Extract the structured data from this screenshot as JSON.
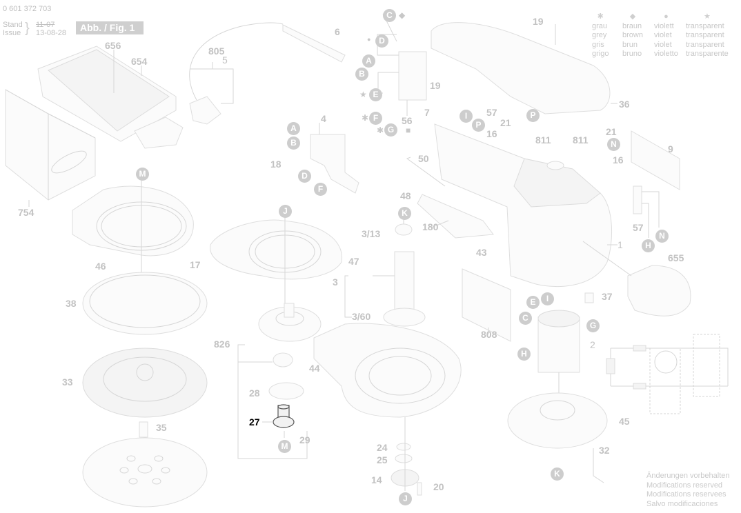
{
  "header": {
    "part_number": "0 601 372 703",
    "stand_label": "Stand",
    "issue_label": "Issue",
    "old_date": "11-07",
    "date": "13-08-28",
    "figure_label": "Abb. / Fig. 1"
  },
  "color_legend": {
    "columns": [
      {
        "symbol": "✱",
        "symbol_name": "asterisk",
        "names": [
          "grau",
          "grey",
          "gris",
          "grigo"
        ]
      },
      {
        "symbol": "◆",
        "symbol_name": "diamond",
        "names": [
          "braun",
          "brown",
          "brun",
          "bruno"
        ]
      },
      {
        "symbol": "●",
        "symbol_name": "dot",
        "names": [
          "violett",
          "violet",
          "violet",
          "violetto"
        ]
      },
      {
        "symbol": "★",
        "symbol_name": "star",
        "names": [
          "transparent",
          "transparent",
          "transparent",
          "transparente"
        ]
      }
    ]
  },
  "footer": {
    "lines": [
      "Änderungen vorbehalten",
      "Modifications reserved",
      "Modifications reservees",
      "Salvo modificaciones"
    ]
  },
  "highlighted_part": "27",
  "part_labels": {
    "p656": "656",
    "p654": "654",
    "p754": "754",
    "p805": "805",
    "p5": "5",
    "p6": "6",
    "p4": "4",
    "p18": "18",
    "p56": "56",
    "p19a": "19",
    "p19b": "19",
    "p7": "7",
    "p57a": "57",
    "p21a": "21",
    "p16a": "16",
    "p811a": "811",
    "p811b": "811",
    "p21b": "21",
    "p16b": "16",
    "p9": "9",
    "p36": "36",
    "p50": "50",
    "p48": "48",
    "p180": "180",
    "p43": "43",
    "p57b": "57",
    "p1": "1",
    "p655": "655",
    "p37": "37",
    "p46": "46",
    "p17": "17",
    "p38": "38",
    "p33": "33",
    "p35": "35",
    "p47": "47",
    "p3": "3",
    "p3_13": "3/13",
    "p3_60": "3/60",
    "p826": "826",
    "p28": "28",
    "p27": "27",
    "p29": "29",
    "p44": "44",
    "p808": "808",
    "p2": "2",
    "p45": "45",
    "p32": "32",
    "p24": "24",
    "p25": "25",
    "p14": "14",
    "p20": "20"
  },
  "wire_markers": {
    "C1": "C",
    "D1": "D",
    "A1": "A",
    "B1": "B",
    "E1": "E",
    "F1": "F",
    "G1": "G",
    "A2": "A",
    "B2": "B",
    "D2": "D",
    "F2": "F",
    "I1": "I",
    "P1": "P",
    "P2": "P",
    "N1": "N",
    "N2": "N",
    "H1": "H",
    "M1": "M",
    "J1": "J",
    "K1": "K",
    "M2": "M",
    "J2": "J",
    "E2": "E",
    "I2": "I",
    "C2": "C",
    "G2": "G",
    "H2": "H",
    "K2": "K"
  },
  "symbols": {
    "diamond": "◆",
    "dot": "●",
    "star": "★",
    "asterisk": "✱",
    "square": "■"
  }
}
